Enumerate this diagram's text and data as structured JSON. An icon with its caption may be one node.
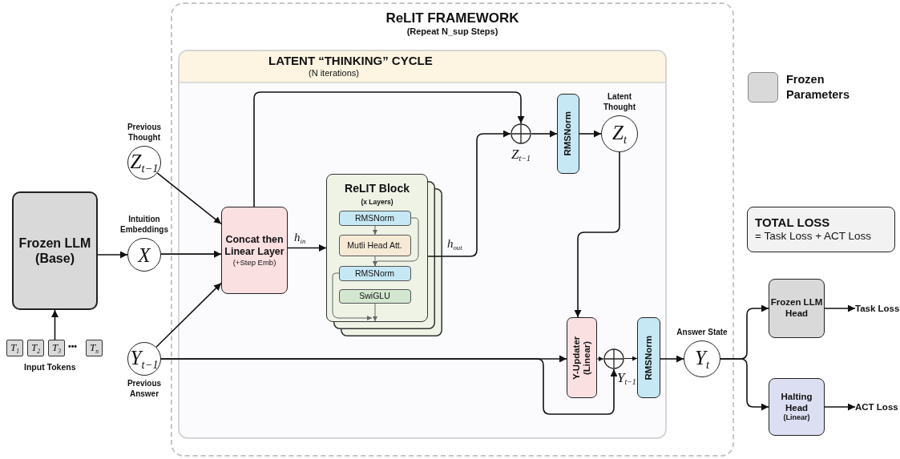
{
  "diagram": {
    "nodes": [
      {
        "text": [
          "ReLIT FRAMEWORK",
          "(Repeat N_sup Steps)"
        ]
      },
      {
        "text": [
          "LATENT “THINKING” CYCLE",
          "(N iterations)"
        ],
        "in": 0
      },
      {
        "text": [
          "Frozen LLM (Base)"
        ]
      },
      {
        "text": [
          "T$_{1}$"
        ]
      },
      {
        "text": [
          "T$_{2}$"
        ]
      },
      {
        "text": [
          "T$_{3}$"
        ]
      },
      {
        "text": [
          "T$_{n}$"
        ]
      },
      {
        "text": [
          "Z$_{t−1}$"
        ],
        "beside": [
          "Previous Thought"
        ]
      },
      {
        "text": [
          "X"
        ],
        "beside": [
          "Intuition Embeddings"
        ]
      },
      {
        "text": [
          "Y$_{t−1}$"
        ],
        "beside": [
          "Previous Answer"
        ]
      },
      {
        "text": [
          "Concat then Linear Layer",
          "(+Step Emb)"
        ],
        "in": 1
      },
      {
        "text": [
          "ReLIT Block",
          "(x Layers)"
        ],
        "in": 1
      },
      {
        "text": [
          "RMSNorm"
        ],
        "in": 11
      },
      {
        "text": [
          "Mutli Head Att."
        ],
        "in": 11
      },
      {
        "text": [
          "RMSNorm"
        ],
        "in": 11
      },
      {
        "text": [
          "SwiGLU"
        ],
        "in": 11
      },
      {
        "text": [],
        "shape": "circle",
        "in": 1,
        "beside": [
          "Z$_{t−1}$"
        ]
      },
      {
        "text": [
          "RMSNorm"
        ],
        "in": 1
      },
      {
        "text": [
          "Z$_{t}$"
        ],
        "in": 1,
        "beside": [
          "Latent Thought"
        ]
      },
      {
        "text": [
          "Y-Updater (Linear)"
        ],
        "in": 1
      },
      {
        "text": [],
        "shape": "circle",
        "in": 1,
        "beside": [
          "Y$_{t−1}$"
        ]
      },
      {
        "text": [
          "RMSNorm"
        ],
        "in": 1
      },
      {
        "text": [
          "Y$_{t}$"
        ],
        "in": 0,
        "beside": [
          "Answer State"
        ]
      },
      {
        "text": [
          "Frozen LLM Head"
        ]
      },
      {
        "text": [
          "Halting Head",
          "(Linear)"
        ]
      },
      {
        "text": [
          "Task Loss"
        ]
      },
      {
        "text": [
          "ACT Loss"
        ]
      },
      {
        "text": [
          "TOTAL LOSS",
          "= Task Loss + ACT Loss"
        ]
      }
    ],
    "edges": [
      {
        "from": 5,
        "to": 2,
        "arrow": "to"
      },
      {
        "from": 2,
        "to": 8,
        "arrow": "to"
      },
      {
        "from": 7,
        "to": 10,
        "arrow": "to"
      },
      {
        "from": 8,
        "to": 10,
        "arrow": "to"
      },
      {
        "from": 9,
        "to": 10,
        "arrow": "to"
      },
      {
        "from": 10,
        "to": 11,
        "arrow": "to",
        "label": "h$_{in}$"
      },
      {
        "from": 10,
        "to": 16,
        "arrow": "to"
      },
      {
        "from": 11,
        "to": 16,
        "arrow": "to",
        "label": "h$_{out}$"
      },
      {
        "from": 16,
        "to": 17,
        "arrow": "to"
      },
      {
        "from": 17,
        "to": 18,
        "arrow": "to"
      },
      {
        "from": 18,
        "to": 19,
        "arrow": "to"
      },
      {
        "from": 9,
        "to": 19,
        "arrow": "to"
      },
      {
        "from": 9,
        "to": 20,
        "arrow": "to"
      },
      {
        "from": 19,
        "to": 20,
        "arrow": "to"
      },
      {
        "from": 20,
        "to": 21,
        "arrow": "to"
      },
      {
        "from": 21,
        "to": 22,
        "arrow": "to"
      },
      {
        "from": 22,
        "to": 23,
        "arrow": "to"
      },
      {
        "from": 22,
        "to": 24,
        "arrow": "to"
      },
      {
        "from": 23,
        "to": 25,
        "arrow": "to"
      },
      {
        "from": 24,
        "to": 26,
        "arrow": "to"
      },
      {
        "from": 12,
        "to": 13,
        "arrow": "to",
        "color": "#666666"
      },
      {
        "from": 13,
        "to": 14,
        "arrow": "to",
        "color": "#666666"
      },
      {
        "from": 12,
        "to": 14,
        "arrow": "to",
        "color": "#666666"
      },
      {
        "from": 14,
        "to": null,
        "arrow": "to",
        "color": "#666666"
      },
      {
        "from": 15,
        "to": null,
        "arrow": "to",
        "color": "#666666"
      }
    ],
    "labels": [
      "•••",
      "Input Tokens"
    ],
    "legend": [
      {
        "text": "Frozen Parameters",
        "color": "#d9d9d9"
      }
    ]
  }
}
